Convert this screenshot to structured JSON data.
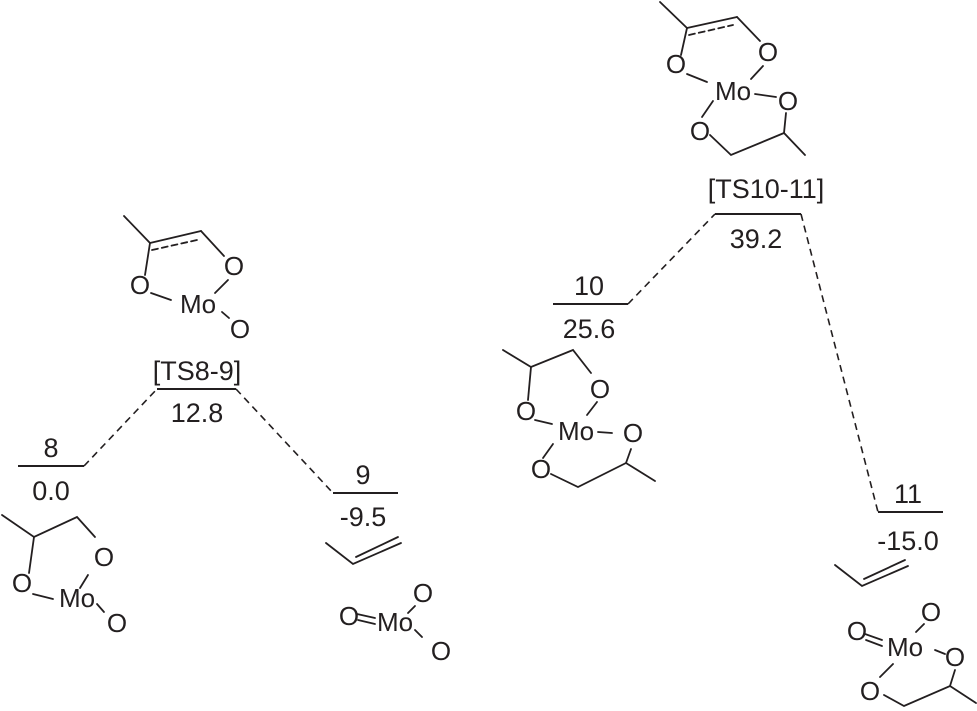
{
  "diagram": {
    "states": [
      {
        "id": "8",
        "energy": "0.0"
      },
      {
        "id": "[TS8-9]",
        "energy": "12.8"
      },
      {
        "id": "9",
        "energy": "-9.5"
      },
      {
        "id": "10",
        "energy": "25.6"
      },
      {
        "id": "[TS10-11]",
        "energy": "39.2"
      },
      {
        "id": "11",
        "energy": "-15.0"
      }
    ],
    "atoms": {
      "mo": "Mo",
      "o": "O"
    }
  }
}
